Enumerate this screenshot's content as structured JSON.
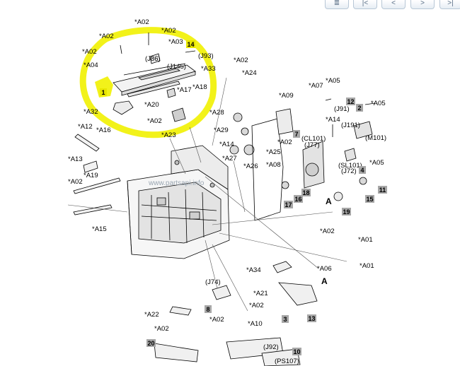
{
  "toolbar": {
    "buttons": [
      {
        "name": "contents-button",
        "glyph": "≣"
      },
      {
        "name": "first-page-button",
        "glyph": "|<"
      },
      {
        "name": "prev-page-button",
        "glyph": "<"
      },
      {
        "name": "next-page-button",
        "glyph": ">"
      },
      {
        "name": "last-page-button",
        "glyph": ">|"
      }
    ]
  },
  "colors": {
    "highlight": "#f2f21a",
    "box_fill": "#a7a7a7",
    "box_highlight": "#e8e600",
    "line": "#000000"
  },
  "watermark": "www.partsapi.info",
  "callouts": [
    "*A02",
    "*A02",
    "*A02",
    "*A03",
    "*A02",
    "*A04",
    "*A33",
    "*A02",
    "*A24",
    "*A17",
    "*A18",
    "*A20",
    "*A32",
    "*A16",
    "*A02",
    "*A23",
    "*A12",
    "*A28",
    "*A29",
    "*A14",
    "*A27",
    "*A26",
    "*A09",
    "*A07",
    "*A05",
    "*A05",
    "*A14",
    "*A02",
    "*A25",
    "*A08",
    "*A05",
    "*A13",
    "*A19",
    "*A02",
    "*A15",
    "*A02",
    "*A01",
    "*A01",
    "*A06",
    "*A34",
    "*A21",
    "*A02",
    "*A22",
    "*A02",
    "*A02",
    "*A10"
  ],
  "connectors": [
    "(J86)",
    "(J145)",
    "(J93)",
    "(J91)",
    "(J191)",
    "(M101)",
    "(CL101)",
    "(J77)",
    "(SL101)",
    "(J72)",
    "(J74)",
    "(J92)",
    "(PS107)"
  ],
  "part_numbers": [
    "14",
    "1",
    "12",
    "2",
    "7",
    "4",
    "11",
    "18",
    "16",
    "17",
    "15",
    "19",
    "8",
    "3",
    "13",
    "20",
    "10"
  ],
  "letters": [
    "A",
    "A"
  ]
}
